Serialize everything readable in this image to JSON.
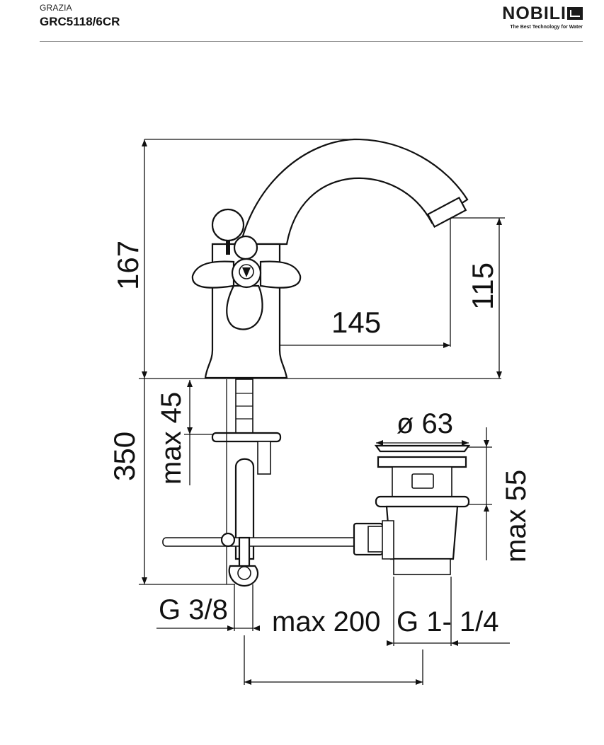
{
  "header": {
    "series": "GRAZIA",
    "code": "GRC5118/6CR",
    "brand": "NOBILI",
    "tagline": "The Best Technology for Water"
  },
  "dimensions": {
    "total_height": "167",
    "spout_height": "115",
    "spout_reach": "145",
    "below_deck": "350",
    "max_deck": "max 45",
    "drain_diameter": "ø 63",
    "drain_max": "max 55",
    "supply_thread": "G 3/8",
    "max_distance": "max 200",
    "drain_thread": "G 1- 1/4"
  },
  "colors": {
    "line": "#111111",
    "rule": "#888888"
  }
}
